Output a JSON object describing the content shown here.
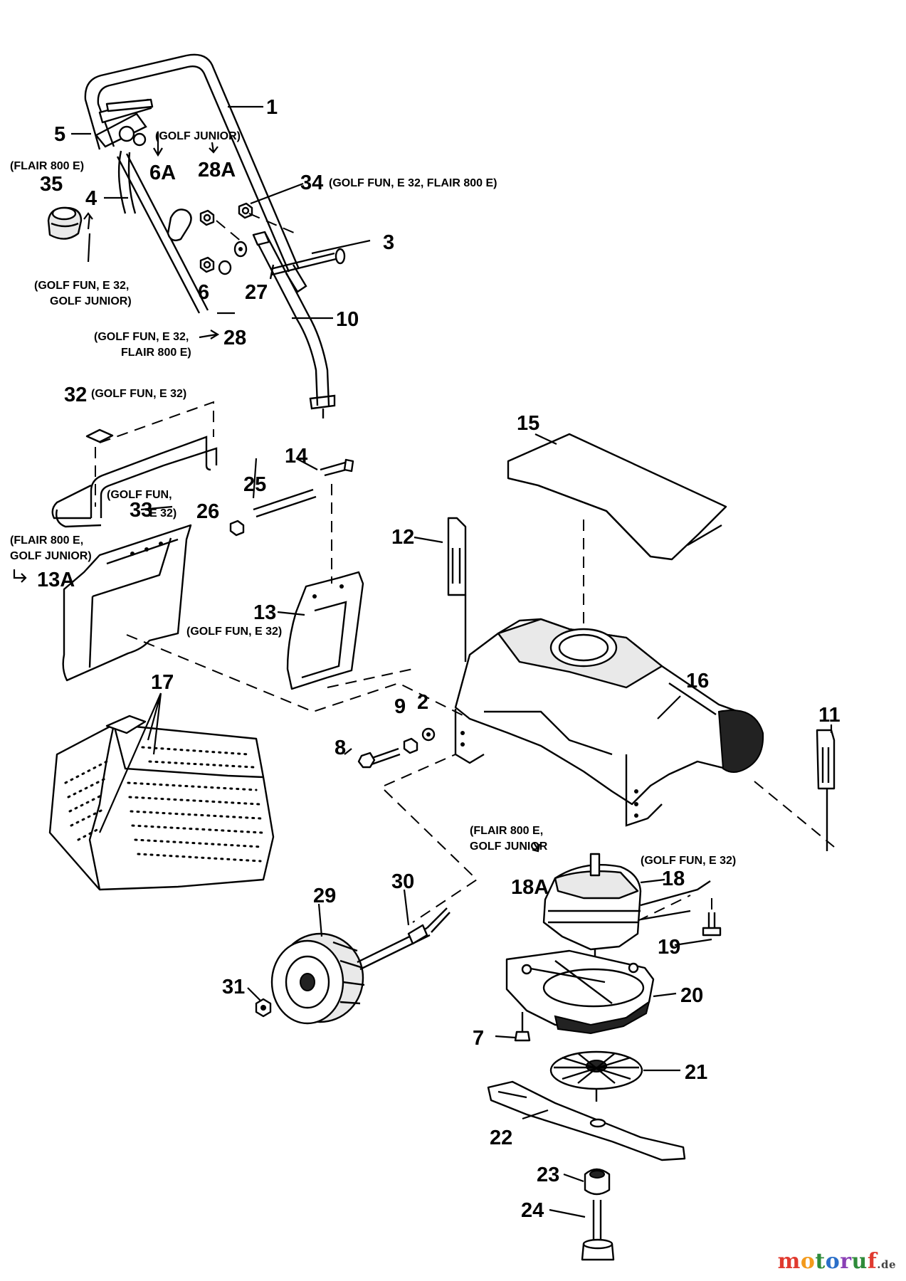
{
  "watermark": {
    "letters": [
      {
        "ch": "m",
        "color": "#e03a2f"
      },
      {
        "ch": "o",
        "color": "#f39a1b"
      },
      {
        "ch": "t",
        "color": "#2e8b3a"
      },
      {
        "ch": "o",
        "color": "#2a6fc9"
      },
      {
        "ch": "r",
        "color": "#8a3fb5"
      },
      {
        "ch": "u",
        "color": "#2e8b3a"
      },
      {
        "ch": "f",
        "color": "#e03a2f"
      }
    ],
    "tld": ".de"
  },
  "labels": {
    "p1": "1",
    "p2": "2",
    "p3": "3",
    "p4": "4",
    "p5": "5",
    "p6": "6",
    "p6a": "6A",
    "p7": "7",
    "p8": "8",
    "p9": "9",
    "p10": "10",
    "p11": "11",
    "p12": "12",
    "p13": "13",
    "p13a": "13A",
    "p14": "14",
    "p15": "15",
    "p16": "16",
    "p17": "17",
    "p18": "18",
    "p18a": "18A",
    "p19": "19",
    "p20": "20",
    "p21": "21",
    "p22": "22",
    "p23": "23",
    "p24": "24",
    "p25": "25",
    "p26": "26",
    "p27": "27",
    "p28": "28",
    "p28a": "28A",
    "p29": "29",
    "p30": "30",
    "p31": "31",
    "p32": "32",
    "p33": "33",
    "p34": "34",
    "p35": "35"
  },
  "notes": {
    "golf_junior": "(GOLF JUNIOR)",
    "flair_800e_35": "(FLAIR 800 E)",
    "golf_fun_e32_flair_34": "(GOLF FUN, E 32, FLAIR 800 E)",
    "golf_fun_e32_junior_l1": "(GOLF FUN, E 32,",
    "golf_fun_e32_junior_l2": "GOLF JUNIOR)",
    "golf_fun_e32_flair_28_l1": "(GOLF FUN, E 32,",
    "golf_fun_e32_flair_28_l2": "FLAIR 800 E)",
    "golf_fun_e32_32": "(GOLF FUN, E 32)",
    "golf_fun_33_l1": "(GOLF FUN,",
    "golf_fun_33_l2": "E 32)",
    "flair_junior_13a_l1": "(FLAIR 800 E,",
    "flair_junior_13a_l2": "GOLF JUNIOR)",
    "golf_fun_e32_13": "(GOLF FUN, E 32)",
    "flair_junior_18a_l1": "(FLAIR 800 E,",
    "flair_junior_18a_l2": "GOLF JUNIOR",
    "golf_fun_e32_18": "(GOLF FUN, E 32)"
  }
}
